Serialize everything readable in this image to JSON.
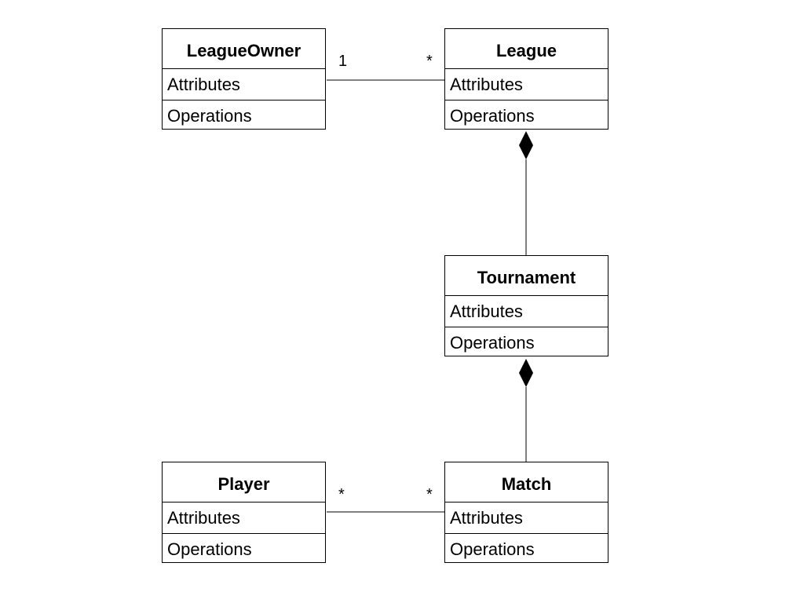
{
  "classes": {
    "league_owner": {
      "name": "LeagueOwner",
      "attributes_label": "Attributes",
      "operations_label": "Operations"
    },
    "league": {
      "name": "League",
      "attributes_label": "Attributes",
      "operations_label": "Operations"
    },
    "tournament": {
      "name": "Tournament",
      "attributes_label": "Attributes",
      "operations_label": "Operations"
    },
    "player": {
      "name": "Player",
      "attributes_label": "Attributes",
      "operations_label": "Operations"
    },
    "match": {
      "name": "Match",
      "attributes_label": "Attributes",
      "operations_label": "Operations"
    }
  },
  "relationships": {
    "owner_league": {
      "type": "association",
      "owner_multiplicity": "1",
      "league_multiplicity": "*"
    },
    "league_tournament": {
      "type": "composition"
    },
    "tournament_match": {
      "type": "composition"
    },
    "player_match": {
      "type": "association",
      "player_multiplicity": "*",
      "match_multiplicity": "*"
    }
  }
}
